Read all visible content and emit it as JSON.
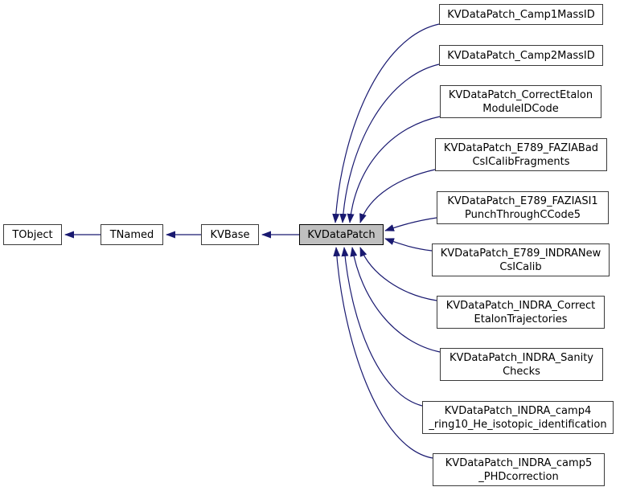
{
  "diagram": {
    "type": "inheritance-graph",
    "focus_class": "KVDataPatch",
    "colors": {
      "edge": "#191970",
      "node_border": "#3a3a3a",
      "node_fill": "#ffffff",
      "focus_fill": "#bfbfbf",
      "background": "#ffffff",
      "text": "#000000"
    },
    "base_chain": [
      {
        "label": "TObject"
      },
      {
        "label": "TNamed"
      },
      {
        "label": "KVBase"
      }
    ],
    "focus_node": {
      "label": "KVDataPatch"
    },
    "derived_classes": [
      {
        "lines": [
          "KVDataPatch_Camp1MassID"
        ]
      },
      {
        "lines": [
          "KVDataPatch_Camp2MassID"
        ]
      },
      {
        "lines": [
          "KVDataPatch_CorrectEtalon",
          "ModuleIDCode"
        ]
      },
      {
        "lines": [
          "KVDataPatch_E789_FAZIABad",
          "CsICalibFragments"
        ]
      },
      {
        "lines": [
          "KVDataPatch_E789_FAZIASI1",
          "PunchThroughCCode5"
        ]
      },
      {
        "lines": [
          "KVDataPatch_E789_INDRANew",
          "CsICalib"
        ]
      },
      {
        "lines": [
          "KVDataPatch_INDRA_Correct",
          "EtalonTrajectories"
        ]
      },
      {
        "lines": [
          "KVDataPatch_INDRA_Sanity",
          "Checks"
        ]
      },
      {
        "lines": [
          "KVDataPatch_INDRA_camp4",
          "_ring10_He_isotopic_identification"
        ]
      },
      {
        "lines": [
          "KVDataPatch_INDRA_camp5",
          "_PHDcorrection"
        ]
      }
    ]
  }
}
